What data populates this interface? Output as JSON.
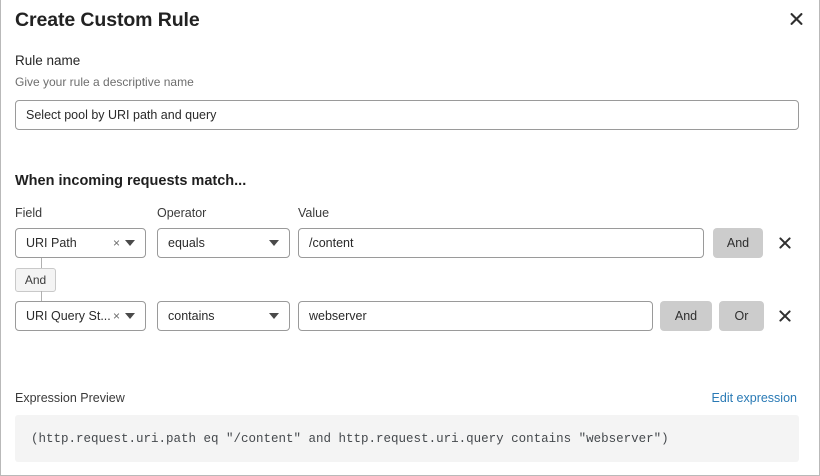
{
  "modal": {
    "title": "Create Custom Rule",
    "close_icon": "close-icon"
  },
  "rule_name": {
    "label": "Rule name",
    "description": "Give your rule a descriptive name",
    "value": "Select pool by URI path and query",
    "placeholder": "Rule name"
  },
  "conditions": {
    "heading": "When incoming requests match...",
    "columns": {
      "field": "Field",
      "operator": "Operator",
      "value": "Value"
    },
    "group_connector": "And",
    "rows": [
      {
        "field": "URI Path",
        "operator": "equals",
        "value": "/content",
        "clear_icon": "×",
        "logic_buttons": [
          "And"
        ],
        "delete_icon": "✕"
      },
      {
        "field": "URI Query St...",
        "operator": "contains",
        "value": "webserver",
        "clear_icon": "×",
        "logic_buttons": [
          "And",
          "Or"
        ],
        "delete_icon": "✕"
      }
    ]
  },
  "expression": {
    "label": "Expression Preview",
    "edit_link": "Edit expression",
    "code": "(http.request.uri.path eq \"/content\" and http.request.uri.query contains \"webserver\")"
  },
  "colors": {
    "link": "#2a7ab5",
    "logic_button_bg": "#cccccc",
    "preview_bg": "#f4f4f4",
    "border": "#9a9a9a"
  }
}
